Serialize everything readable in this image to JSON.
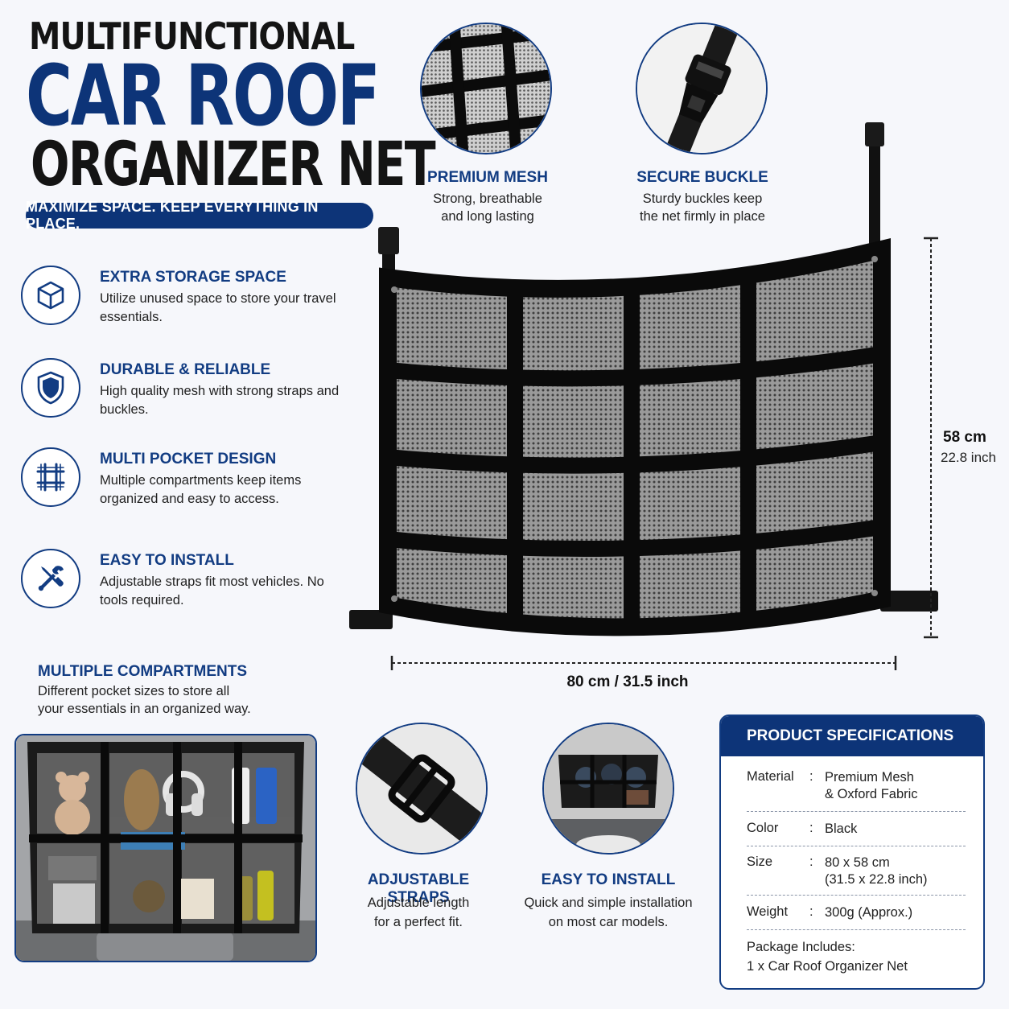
{
  "title": {
    "line1": "MULTIFUNCTIONAL",
    "line2": "CAR ROOF",
    "line3": "ORGANIZER NET",
    "tagline": "MAXIMIZE SPACE. KEEP EVERYTHING IN PLACE."
  },
  "features": [
    {
      "icon": "cube-icon",
      "title": "EXTRA STORAGE SPACE",
      "desc": "Utilize unused space to store your travel essentials."
    },
    {
      "icon": "shield-icon",
      "title": "DURABLE & RELIABLE",
      "desc": "High quality mesh with strong straps and buckles."
    },
    {
      "icon": "grid-icon",
      "title": "MULTI POCKET DESIGN",
      "desc": "Multiple compartments keep items organized and easy to access."
    },
    {
      "icon": "tools-icon",
      "title": "EASY TO INSTALL",
      "desc": "Adjustable straps fit most vehicles. No tools required."
    }
  ],
  "top_details": [
    {
      "title": "PREMIUM MESH",
      "desc_line1": "Strong, breathable",
      "desc_line2": "and long lasting"
    },
    {
      "title": "SECURE BUCKLE",
      "desc_line1": "Sturdy buckles keep",
      "desc_line2": "the net firmly in place"
    }
  ],
  "dimensions": {
    "height_cm": "58 cm",
    "height_in": "22.8 inch",
    "width": "80 cm / 31.5 inch"
  },
  "compartments": {
    "title": "MULTIPLE COMPARTMENTS",
    "desc_line1": "Different pocket sizes to store all",
    "desc_line2": "your essentials in an organized way."
  },
  "bottom_details": [
    {
      "title": "ADJUSTABLE STRAPS",
      "desc_line1": "Adjustable length",
      "desc_line2": "for a perfect fit."
    },
    {
      "title": "EASY TO INSTALL",
      "desc_line1": "Quick and simple installation",
      "desc_line2": "on most car models."
    }
  ],
  "specs": {
    "header": "PRODUCT SPECIFICATIONS",
    "rows": [
      {
        "key": "Material",
        "value": "Premium Mesh\n& Oxford Fabric"
      },
      {
        "key": "Color",
        "value": "Black"
      },
      {
        "key": "Size",
        "value": "80 x 58 cm\n(31.5 x 22.8 inch)"
      },
      {
        "key": "Weight",
        "value": "300g (Approx.)"
      }
    ],
    "separator": ":",
    "package_label": "Package Includes:",
    "package_value": "1 x Car Roof Organizer Net"
  },
  "colors": {
    "brand": "#0d3478",
    "accent": "#123c82",
    "net": "#111111"
  }
}
